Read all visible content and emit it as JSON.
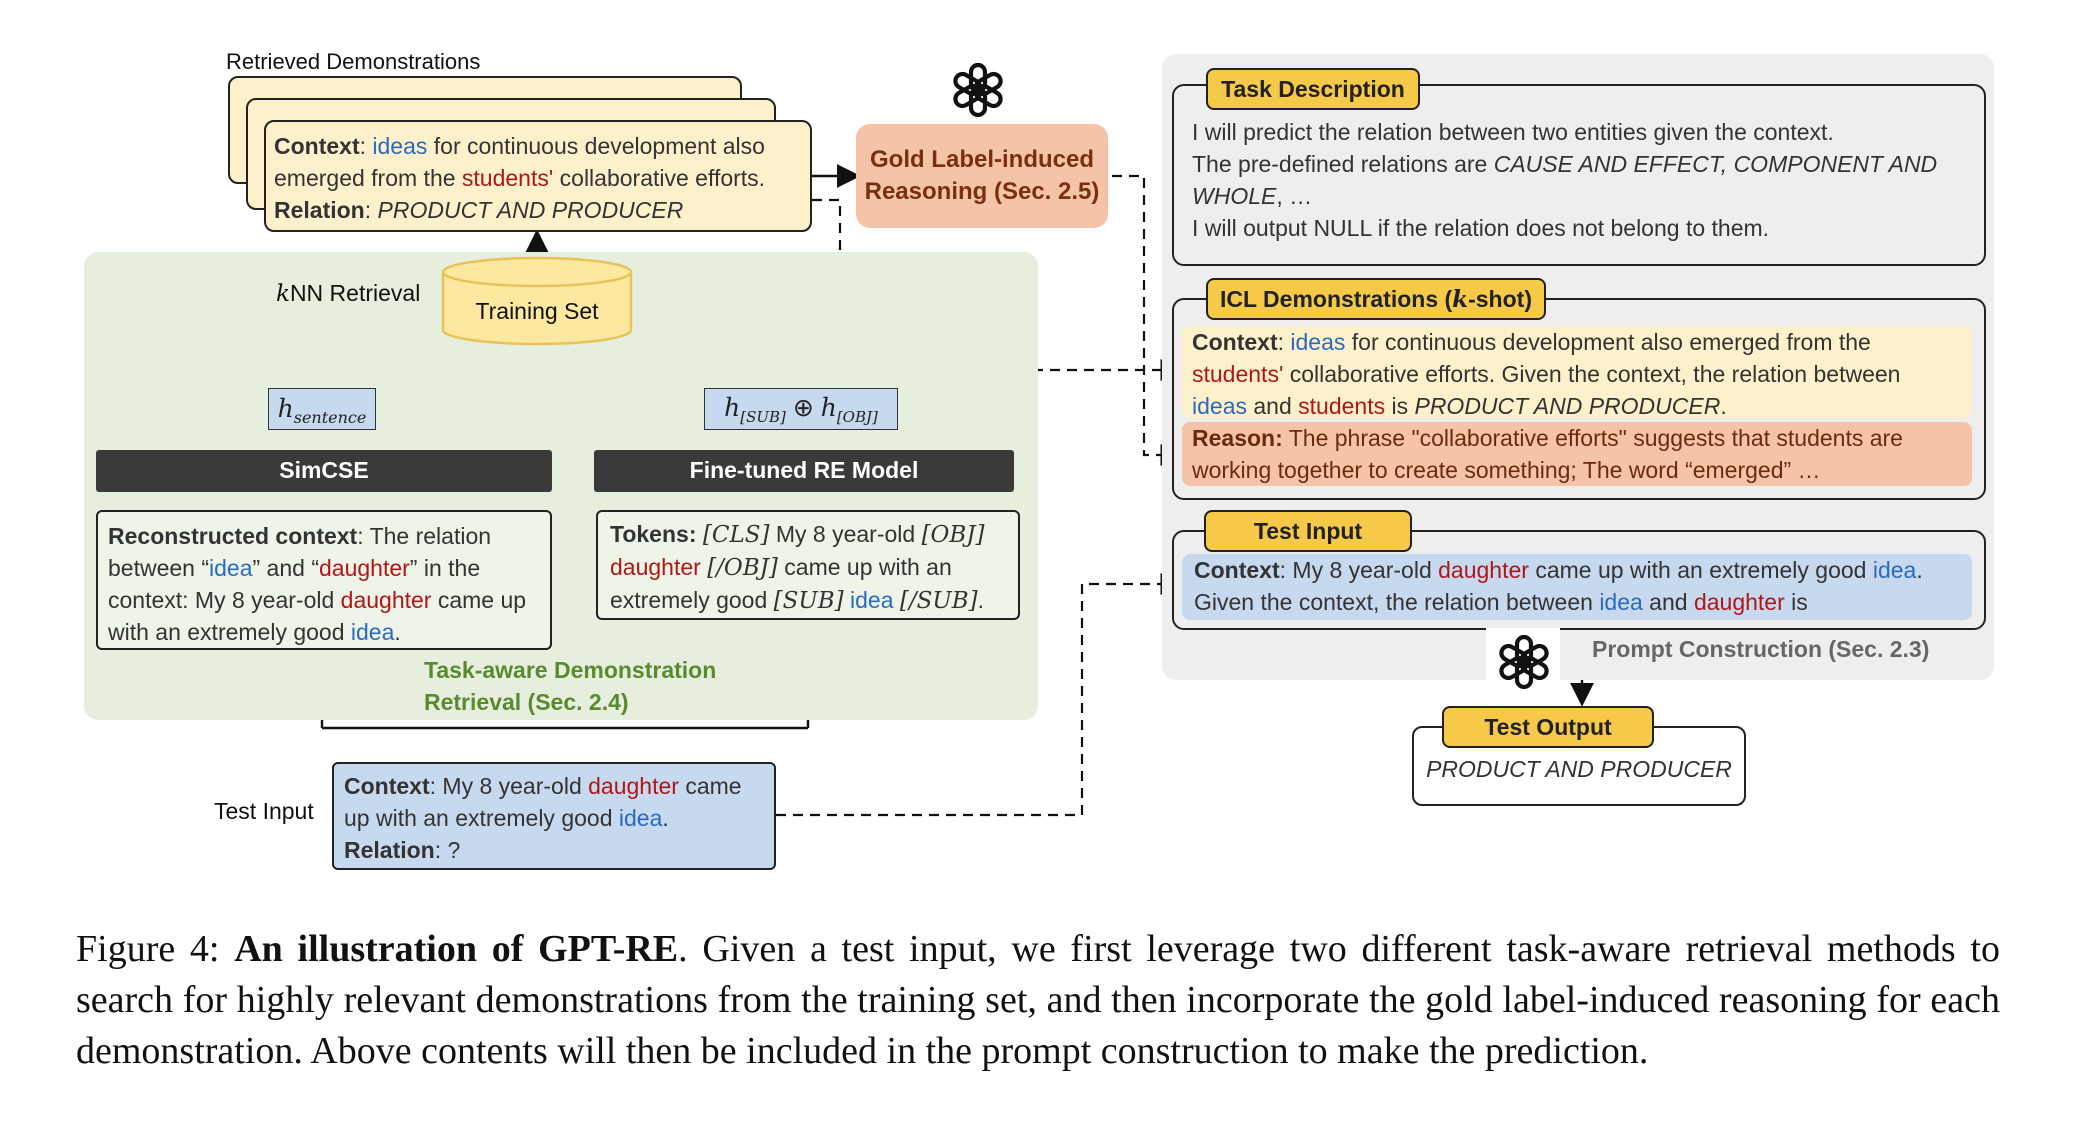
{
  "left": {
    "retrieved_title": "Retrieved Demonstrations",
    "demo": {
      "context_label": "Context",
      "w1": "ideas",
      "t1": " for continuous development also",
      "t2": "emerged from the ",
      "w2": "students'",
      "t3": " collaborative efforts.",
      "relation_label": "Relation",
      "relation_value": "PRODUCT AND PRODUCER"
    },
    "gold_label": {
      "line1": "Gold Label-induced",
      "line2": "Reasoning (Sec. 2.5)"
    },
    "knn_k": "k",
    "knn_rest": "NN Retrieval",
    "training_set": "Training Set",
    "h_sentence": "h",
    "h_sentence_sub": "sentence",
    "h_re_a": "h",
    "h_re_a_sub": "[SUB]",
    "h_re_op": " ⊕ ",
    "h_re_b": "h",
    "h_re_b_sub": "[OBJ]",
    "simcse": "SimCSE",
    "re_model": "Fine-tuned RE Model",
    "recon": {
      "label": "Reconstructed context",
      "t1": ": The relation",
      "t2": "between “",
      "w1": "idea",
      "t3": "” and “",
      "w2": "daughter",
      "t4": "” in the",
      "t5": "context: My 8 year-old ",
      "w3": "daughter",
      "t6": " came up",
      "t7": "with an extremely good ",
      "w4": "idea",
      "t8": "."
    },
    "tokens": {
      "label": "Tokens: ",
      "cls": "[CLS]",
      "t1": " My 8 year-old ",
      "obj": "[OBJ]",
      "w1": "daughter",
      "t2": " ",
      "objc": "[/OBJ]",
      "t3": " came up with an",
      "t4": "extremely good ",
      "sub": "[SUB]",
      "t5": " ",
      "w2": "idea",
      "t6": " ",
      "subc": "[/SUB]",
      "t7": "."
    },
    "task_aware_line1": "Task-aware Demonstration",
    "task_aware_line2": "Retrieval (Sec. 2.4)",
    "test_input_label": "Test Input",
    "test_input": {
      "context_label": "Context",
      "t1": ": My 8 year-old ",
      "w1": "daughter",
      "t2": " came",
      "t3": "up with an extremely good ",
      "w2": "idea",
      "t4": ".",
      "relation_label": "Relation",
      "relation_value": ": ?"
    }
  },
  "right": {
    "task_desc_tag": "Task Description",
    "task_desc_lines": [
      "I will predict the relation between two entities given the context.",
      "The pre-defined relations are ",
      "CAUSE AND EFFECT, COMPONENT AND",
      "WHOLE",
      ", …",
      "I will output NULL if the relation does not belong to them."
    ],
    "icl_tag_a": "ICL Demonstrations (",
    "icl_tag_k": "k",
    "icl_tag_b": "-shot)",
    "icl_ctx": {
      "label": "Context",
      "t1": ": ",
      "w1": "ideas",
      "t2": " for continuous development also emerged from the",
      "w2": "students'",
      "t3": " collaborative efforts. Given the context, the relation between",
      "w3": "ideas",
      "t4": " and ",
      "w4": "students",
      "t5": " is ",
      "rel": "PRODUCT AND PRODUCER",
      "t6": "."
    },
    "reason": {
      "label": "Reason:",
      "t1": " The phrase \"collaborative efforts\" suggests that students are",
      "t2": "working together to create something; The word “emerged” …"
    },
    "test_input_tag": "Test Input",
    "test_ctx": {
      "label": "Context",
      "t1": ": My 8 year-old ",
      "w1": "daughter",
      "t2": " came up with an extremely good ",
      "w2": "idea",
      "t3": ".",
      "t4": "Given the context, the relation between ",
      "w3": "idea",
      "t5": " and ",
      "w4": "daughter",
      "t6": " is"
    },
    "prompt_construction": "Prompt Construction (Sec. 2.3)",
    "test_output_tag": "Test Output",
    "test_output_value": "PRODUCT AND PRODUCER"
  },
  "caption": {
    "prefix": "Figure 4: ",
    "bold": "An illustration of GPT-RE",
    "rest": ". Given a test input, we first leverage two different task-aware retrieval methods to search for highly relevant demonstrations from the training set, and then incorporate the gold label-induced reasoning for each demonstration. Above contents will then be included in the prompt construction to make the prediction."
  },
  "colors": {
    "demo_yellow": "#fdf1cc",
    "green_panel": "#e6efdd",
    "gold_orange": "#f5c4a8",
    "gray_panel": "#eeeeee",
    "blue_input": "#c6d9ef",
    "tag_yellow": "#f7c948",
    "entity_blue": "#2a6bbf",
    "entity_red": "#b11616"
  }
}
